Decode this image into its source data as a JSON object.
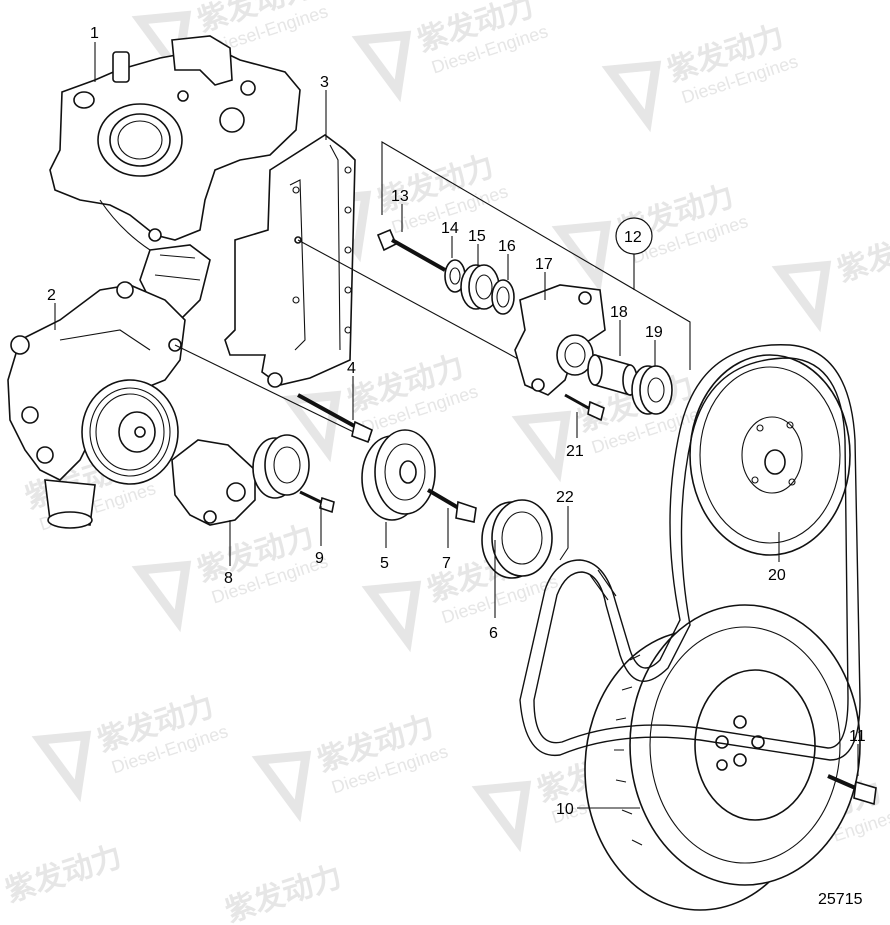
{
  "drawing_number": "25715",
  "watermark": {
    "brand_cn": "紫发动力",
    "brand_en": "Diesel-Engines"
  },
  "callouts": [
    {
      "id": "callout-1",
      "label": "1"
    },
    {
      "id": "callout-2",
      "label": "2"
    },
    {
      "id": "callout-3",
      "label": "3"
    },
    {
      "id": "callout-4",
      "label": "4"
    },
    {
      "id": "callout-5",
      "label": "5"
    },
    {
      "id": "callout-6",
      "label": "6"
    },
    {
      "id": "callout-7",
      "label": "7"
    },
    {
      "id": "callout-8",
      "label": "8"
    },
    {
      "id": "callout-9",
      "label": "9"
    },
    {
      "id": "callout-10",
      "label": "10"
    },
    {
      "id": "callout-11",
      "label": "11"
    },
    {
      "id": "callout-12",
      "label": "12"
    },
    {
      "id": "callout-13",
      "label": "13"
    },
    {
      "id": "callout-14",
      "label": "14"
    },
    {
      "id": "callout-15",
      "label": "15"
    },
    {
      "id": "callout-16",
      "label": "16"
    },
    {
      "id": "callout-17",
      "label": "17"
    },
    {
      "id": "callout-18",
      "label": "18"
    },
    {
      "id": "callout-19",
      "label": "19"
    },
    {
      "id": "callout-20",
      "label": "20"
    },
    {
      "id": "callout-21",
      "label": "21"
    },
    {
      "id": "callout-22",
      "label": "22"
    }
  ]
}
